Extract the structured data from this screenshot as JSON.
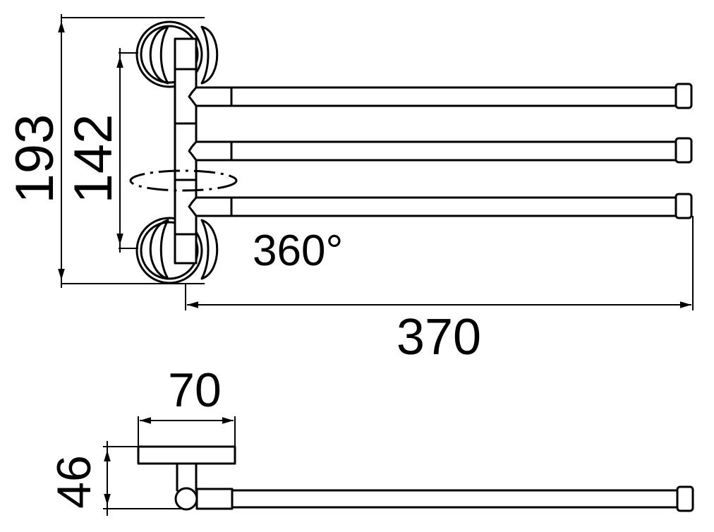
{
  "diagram": {
    "type": "technical-drawing",
    "subject": "swivel towel rail with three bars",
    "line_color": "#000000",
    "background": "#ffffff",
    "front_view": {
      "bars": 3,
      "dimensions": {
        "overall_height": "193",
        "mount_spacing": "142",
        "rotation": "360°",
        "overall_length": "370"
      }
    },
    "side_view": {
      "dimensions": {
        "base_width": "70",
        "depth": "46"
      }
    }
  }
}
